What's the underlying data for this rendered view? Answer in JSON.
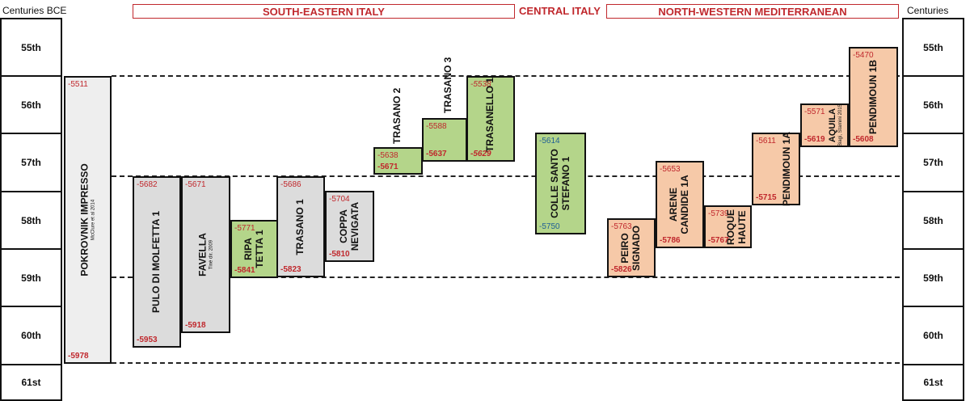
{
  "axis_title": "Centuries BCE",
  "centuries": [
    "55th",
    "56th",
    "57th",
    "58th",
    "59th",
    "60th",
    "61st"
  ],
  "regions": {
    "south_eastern_italy": "SOUTH-EASTERN ITALY",
    "central_italy": "CENTRAL ITALY",
    "north_western_med": "NORTH-WESTERN MEDITERRANEAN"
  },
  "colors": {
    "region_red": "#c0282d",
    "green": "#b4d58a",
    "orange": "#f6c9a8",
    "gray": "#dcdcdc",
    "date_blue": "#1f5f95"
  },
  "sites": {
    "pokrovnik": {
      "name": "POKROVNIK IMPRESSO",
      "ref": "McClure et al 2014",
      "top": "-5511",
      "bottom": "-5978"
    },
    "pulo": {
      "name": "PULO DI MOLFETTA 1",
      "top": "-5682",
      "bottom": "-5953"
    },
    "favella": {
      "name": "FAVELLA",
      "ref": "Tiné dir. 2009",
      "top": "-5671",
      "bottom": "-5918"
    },
    "ripa": {
      "name1": "RIPA",
      "name2": "TETTA 1",
      "top": "-5771",
      "bottom": "-5841"
    },
    "trasano1": {
      "name": "TRASANO 1",
      "top": "-5686",
      "bottom": "-5823"
    },
    "coppa": {
      "name1": "COPPA",
      "name2": "NEVIGATA",
      "top": "-5704",
      "bottom": "-5810"
    },
    "trasano2": {
      "name": "TRASANO 2",
      "top": "-5638",
      "bottom": "-5671"
    },
    "trasano3": {
      "name": "TRASANO 3",
      "top": "-5588",
      "bottom": "-5637"
    },
    "trasanello": {
      "name": "TRASANELLO 1",
      "top": "-5538",
      "bottom": "-5629"
    },
    "colle": {
      "name1": "COLLE SANTO",
      "name2": "STEFANO 1",
      "top": "-5614",
      "bottom": "-5750"
    },
    "peiro": {
      "name1": "PEIRO",
      "name2": "SIGNADO",
      "top": "-5763",
      "bottom": "-5826"
    },
    "arene": {
      "name1": "ARENE",
      "name2": "CANDIDE 1A",
      "top": "-5653",
      "bottom": "-5786"
    },
    "roque": {
      "name1": "ROQUE",
      "name2": "HAUTE",
      "top": "-5739",
      "bottom": "-5767"
    },
    "pend1a": {
      "name": "PENDIMOUN 1A",
      "top": "-5611",
      "bottom": "-5715"
    },
    "aquila": {
      "name": "AQUILA",
      "ref": "Biagi, Starnini 2015",
      "top": "-5571",
      "bottom": "-5619"
    },
    "pend1b": {
      "name": "PENDIMOUN 1B",
      "top": "-5470",
      "bottom": "-5608"
    }
  }
}
